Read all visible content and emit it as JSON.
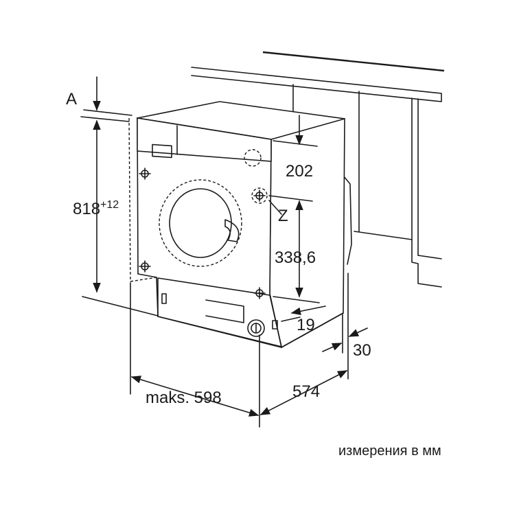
{
  "dimensions": {
    "a_label": "A",
    "height_base": "818",
    "height_tolerance": "+12",
    "top_offset": "202",
    "z_label": "Z",
    "z_height": "338,6",
    "bottom_offset": "19",
    "plinth_depth": "30",
    "depth": "574",
    "width": "maks. 598"
  },
  "note": "измерения в мм"
}
